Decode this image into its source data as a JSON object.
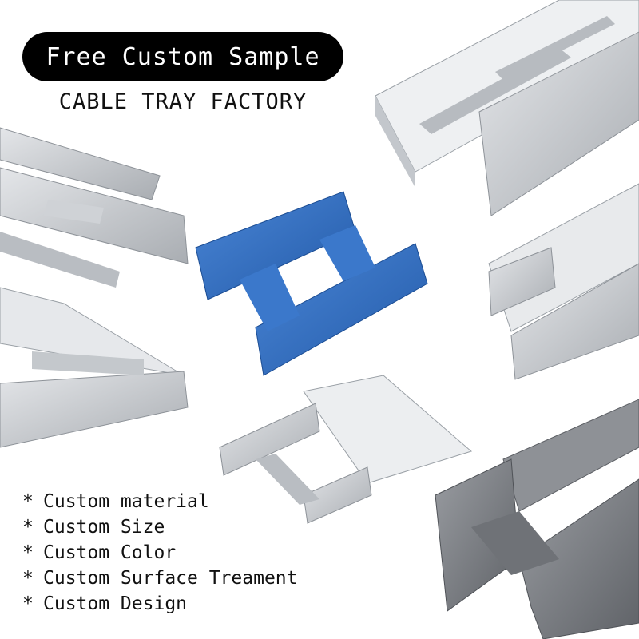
{
  "banner": {
    "label": "Free Custom Sample"
  },
  "subtitle": "CABLE TRAY FACTORY",
  "features": [
    {
      "bullet": "*",
      "text": "Custom material"
    },
    {
      "bullet": "*",
      "text": "Custom Size"
    },
    {
      "bullet": "*",
      "text": "Custom Color"
    },
    {
      "bullet": "*",
      "text": "Custom Surface Treament"
    },
    {
      "bullet": "*",
      "text": "Custom Design"
    }
  ],
  "colors": {
    "banner_bg": "#000000",
    "banner_text": "#ffffff",
    "blue_tray": "#2f6fc4",
    "galvanized": "#c9ccd0",
    "dark_tray": "#7d8086"
  }
}
